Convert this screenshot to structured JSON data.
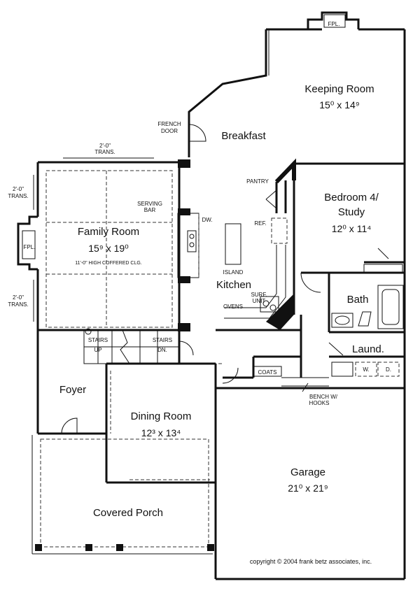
{
  "rooms": {
    "keeping": {
      "name": "Keeping Room",
      "dim": "15⁰ x 14⁹"
    },
    "breakfast": {
      "name": "Breakfast"
    },
    "bedroom": {
      "name_line1": "Bedroom 4/",
      "name_line2": "Study",
      "dim": "12⁰ x 11⁴"
    },
    "family": {
      "name": "Family Room",
      "dim": "15⁹ x 19⁰",
      "note": "11'-0\" HIGH COFFERED CLG."
    },
    "kitchen": {
      "name": "Kitchen"
    },
    "bath": {
      "name": "Bath"
    },
    "laund": {
      "name": "Laund."
    },
    "foyer": {
      "name": "Foyer"
    },
    "dining": {
      "name": "Dining Room",
      "dim": "12³ x 13⁴"
    },
    "garage": {
      "name": "Garage",
      "dim": "21⁰ x 21⁹"
    },
    "porch": {
      "name": "Covered Porch"
    }
  },
  "labels": {
    "fpl_top": "FPL.",
    "fpl_left": "FPL.",
    "french_door_1": "FRENCH",
    "french_door_2": "DOOR",
    "trans_top_1": "2'-0\"",
    "trans_top_2": "TRANS.",
    "trans_upper_1": "2'-0\"",
    "trans_upper_2": "TRANS.",
    "trans_lower_1": "2'-0\"",
    "trans_lower_2": "TRANS.",
    "pantry": "PANTRY",
    "serving_1": "SERVING",
    "serving_2": "BAR",
    "dw": "DW.",
    "ref": "REF.",
    "island": "ISLAND",
    "surf_1": "SURF.",
    "surf_2": "UNIT",
    "ovens": "OVENS",
    "stairs_up_1": "STAIRS",
    "stairs_up_2": "UP",
    "stairs_dn_1": "STAIRS",
    "stairs_dn_2": "DN.",
    "coats": "COATS",
    "bench_1": "BENCH W/",
    "bench_2": "HOOKS",
    "washer": "W.",
    "dryer": "D.",
    "copyright": "copyright © 2004 frank betz associates, inc."
  }
}
